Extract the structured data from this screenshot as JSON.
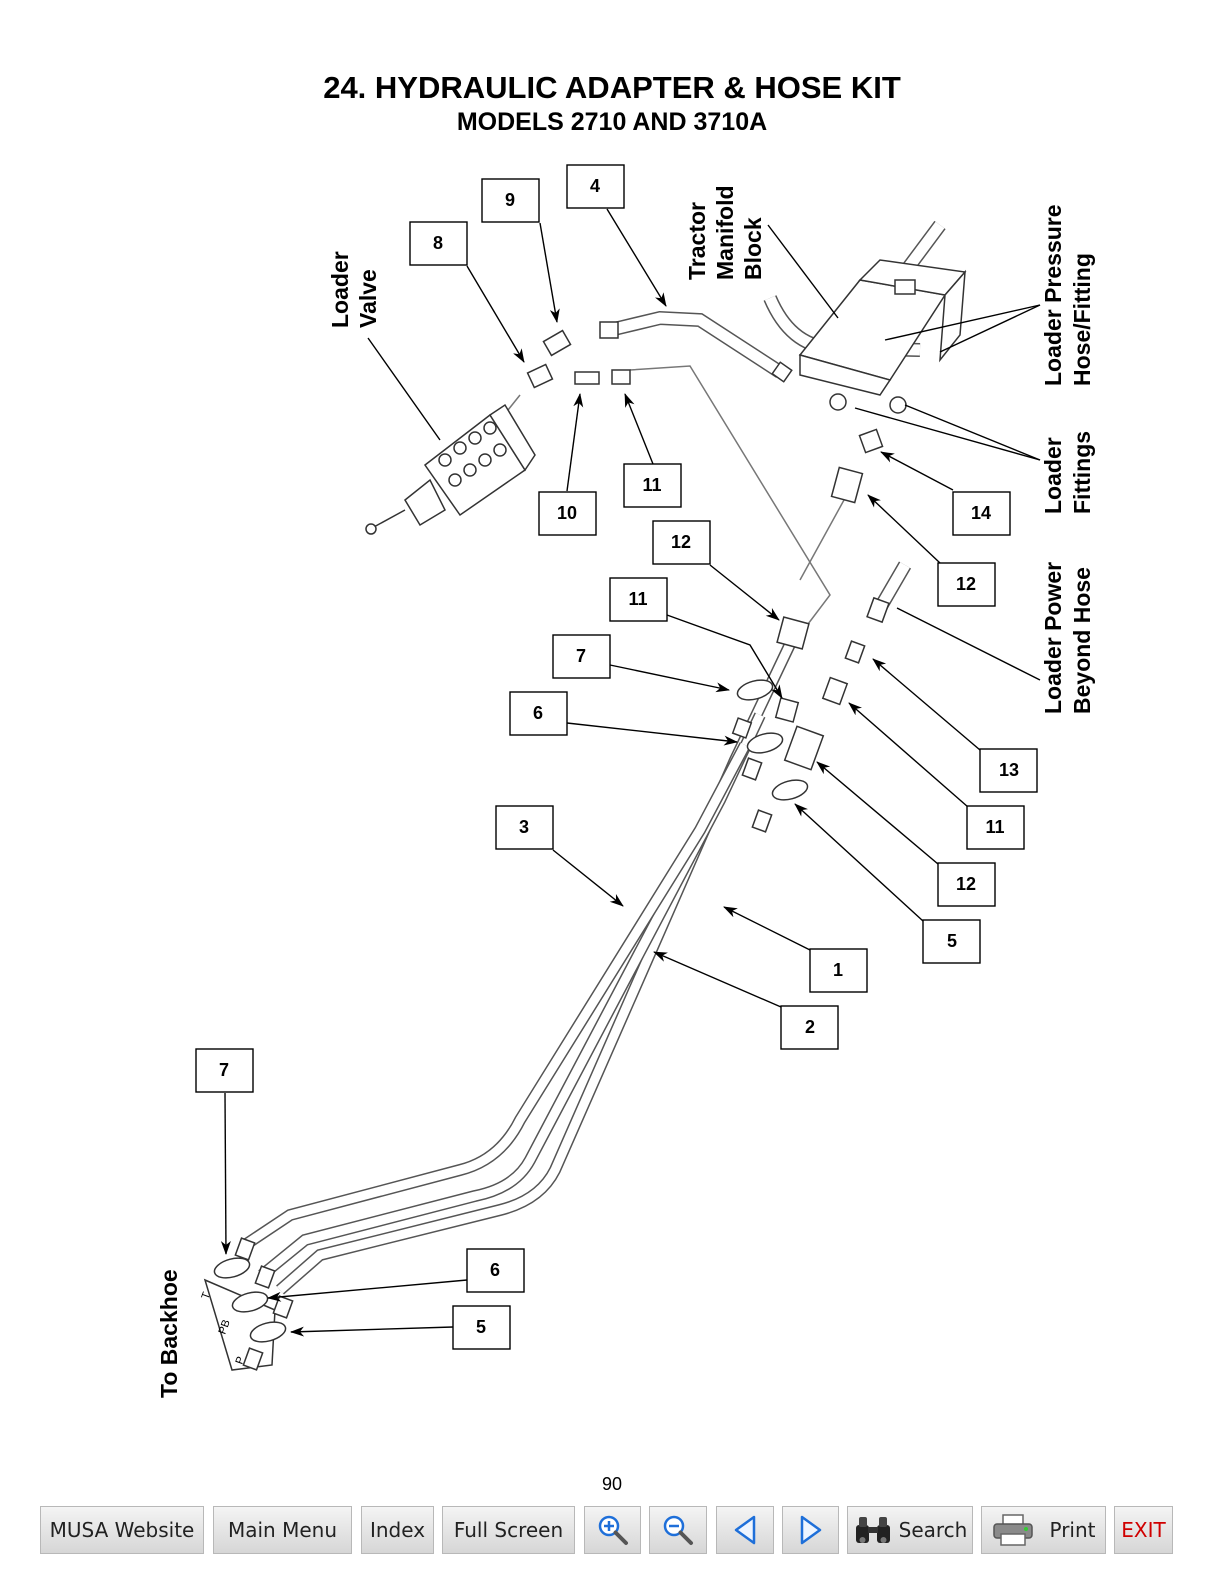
{
  "title": "24. HYDRAULIC ADAPTER & HOSE KIT",
  "subtitle": "MODELS 2710 AND 3710A",
  "callouts": [
    "9",
    "4",
    "8",
    "10",
    "11",
    "12",
    "11",
    "7",
    "6",
    "3",
    "14",
    "12",
    "13",
    "11",
    "12",
    "5",
    "1",
    "2",
    "7",
    "6",
    "5"
  ],
  "labels": {
    "loader_valve": [
      "Loader",
      "Valve"
    ],
    "tractor_manifold": [
      "Tractor",
      "Manifold",
      "Block"
    ],
    "loader_pressure": [
      "Loader Pressure",
      "Hose/Fitting"
    ],
    "loader_fittings": [
      "Loader",
      "Fittings"
    ],
    "loader_power_beyond": [
      "Loader Power",
      "Beyond Hose"
    ],
    "to_backhoe": "To Backhoe",
    "port_t": "T",
    "port_pb": "PB",
    "port_p": "P"
  },
  "page_number": "90",
  "toolbar": {
    "musa": "MUSA Website",
    "main_menu": "Main Menu",
    "index": "Index",
    "full_screen": "Full Screen",
    "search": "Search",
    "print": "Print",
    "exit": "EXIT"
  },
  "icons": [
    "zoom-in-icon",
    "zoom-out-icon",
    "prev-page-icon",
    "next-page-icon",
    "binoculars-icon",
    "printer-icon"
  ],
  "colors": {
    "accent_blue": "#1e6fd9",
    "exit_red": "#d00000"
  }
}
